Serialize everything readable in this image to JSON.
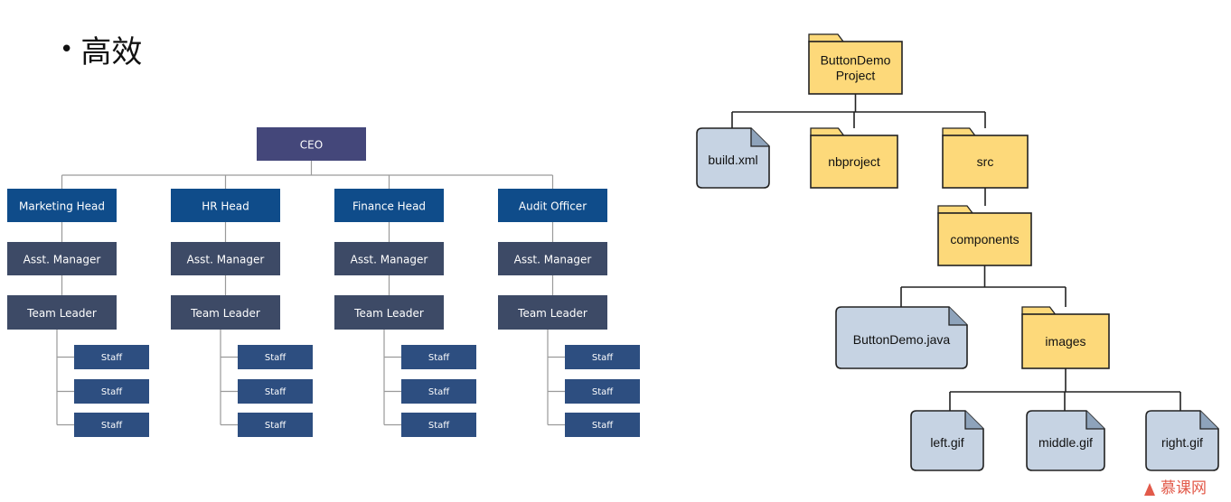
{
  "slide": {
    "bullet": "•",
    "heading": "高效"
  },
  "org_chart": {
    "ceo": "CEO",
    "departments": [
      {
        "head": "Marketing Head",
        "manager": "Asst. Manager",
        "leader": "Team Leader",
        "staff": [
          "Staff",
          "Staff",
          "Staff"
        ]
      },
      {
        "head": "HR Head",
        "manager": "Asst. Manager",
        "leader": "Team Leader",
        "staff": [
          "Staff",
          "Staff",
          "Staff"
        ]
      },
      {
        "head": "Finance Head",
        "manager": "Asst. Manager",
        "leader": "Team Leader",
        "staff": [
          "Staff",
          "Staff",
          "Staff"
        ]
      },
      {
        "head": "Audit Officer",
        "manager": "Asst. Manager",
        "leader": "Team Leader",
        "staff": [
          "Staff",
          "Staff",
          "Staff"
        ]
      }
    ],
    "colors": {
      "ceo": "#44477a",
      "head": "#0f4c8a",
      "manager": "#3d4a66",
      "leader": "#3d4a66",
      "staff": "#2d4e80",
      "line": "#9a9a9a"
    }
  },
  "file_tree": {
    "root": {
      "label_line1": "ButtonDemo",
      "label_line2": "Project",
      "type": "folder"
    },
    "children": [
      {
        "label": "build.xml",
        "type": "file"
      },
      {
        "label": "nbproject",
        "type": "folder"
      },
      {
        "label": "src",
        "type": "folder"
      }
    ],
    "components": {
      "label": "components",
      "type": "folder"
    },
    "component_children": [
      {
        "label": "ButtonDemo.java",
        "type": "file"
      },
      {
        "label": "images",
        "type": "folder"
      }
    ],
    "image_files": [
      {
        "label": "left.gif",
        "type": "file"
      },
      {
        "label": "middle.gif",
        "type": "file"
      },
      {
        "label": "right.gif",
        "type": "file"
      }
    ],
    "colors": {
      "folder": "#fdd97a",
      "file": "#c6d3e3",
      "stroke": "#222222"
    }
  },
  "watermark": "慕课网"
}
